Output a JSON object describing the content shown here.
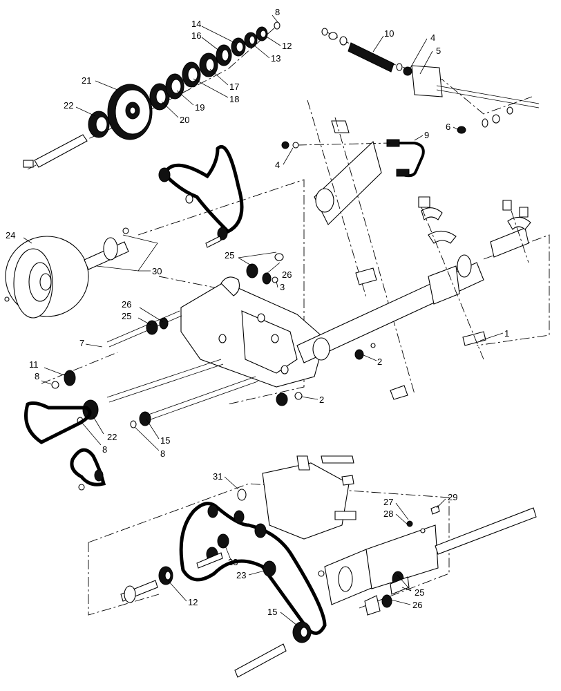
{
  "diagram": {
    "callouts": [
      {
        "id": "c1",
        "label": "1"
      },
      {
        "id": "c2a",
        "label": "2"
      },
      {
        "id": "c2b",
        "label": "2"
      },
      {
        "id": "c3",
        "label": "3"
      },
      {
        "id": "c4a",
        "label": "4"
      },
      {
        "id": "c4b",
        "label": "4"
      },
      {
        "id": "c5",
        "label": "5"
      },
      {
        "id": "c6",
        "label": "6"
      },
      {
        "id": "c7",
        "label": "7"
      },
      {
        "id": "c8a",
        "label": "8"
      },
      {
        "id": "c8b",
        "label": "8"
      },
      {
        "id": "c8c",
        "label": "8"
      },
      {
        "id": "c8d",
        "label": "8"
      },
      {
        "id": "c9",
        "label": "9"
      },
      {
        "id": "c10",
        "label": "10"
      },
      {
        "id": "c11",
        "label": "11"
      },
      {
        "id": "c12a",
        "label": "12"
      },
      {
        "id": "c12b",
        "label": "12"
      },
      {
        "id": "c13",
        "label": "13"
      },
      {
        "id": "c14",
        "label": "14"
      },
      {
        "id": "c15a",
        "label": "15"
      },
      {
        "id": "c15b",
        "label": "15"
      },
      {
        "id": "c16",
        "label": "16"
      },
      {
        "id": "c17",
        "label": "17"
      },
      {
        "id": "c18",
        "label": "18"
      },
      {
        "id": "c19",
        "label": "19"
      },
      {
        "id": "c20",
        "label": "20"
      },
      {
        "id": "c21",
        "label": "21"
      },
      {
        "id": "c22a",
        "label": "22"
      },
      {
        "id": "c22b",
        "label": "22"
      },
      {
        "id": "c23a",
        "label": "23"
      },
      {
        "id": "c23b",
        "label": "23"
      },
      {
        "id": "c24",
        "label": "24"
      },
      {
        "id": "c25a",
        "label": "25"
      },
      {
        "id": "c25b",
        "label": "25"
      },
      {
        "id": "c25c",
        "label": "25"
      },
      {
        "id": "c26a",
        "label": "26"
      },
      {
        "id": "c26b",
        "label": "26"
      },
      {
        "id": "c26c",
        "label": "26"
      },
      {
        "id": "c27",
        "label": "27"
      },
      {
        "id": "c28",
        "label": "28"
      },
      {
        "id": "c29",
        "label": "29"
      },
      {
        "id": "c30",
        "label": "30"
      },
      {
        "id": "c31",
        "label": "31"
      }
    ]
  }
}
